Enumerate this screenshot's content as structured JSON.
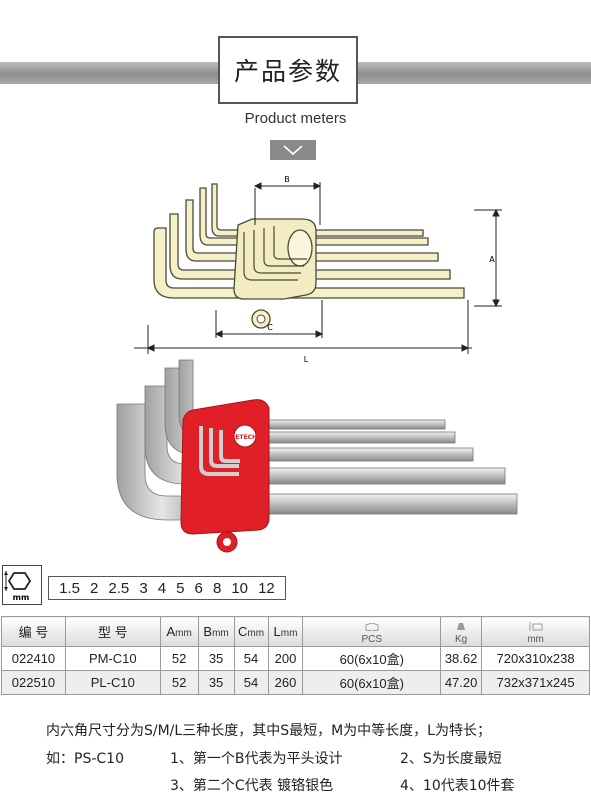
{
  "header": {
    "title": "产品参数",
    "subtitle": "Product meters",
    "toggle_icon": "chevron-down-icon"
  },
  "diagram": {
    "dim_b": "B",
    "dim_a": "A",
    "dim_c": "C",
    "dim_l": "L"
  },
  "photo": {
    "brand_mark": "JETECH"
  },
  "sizes": {
    "icon_unit": "mm",
    "values": [
      "1.5",
      "2",
      "2.5",
      "3",
      "4",
      "5",
      "6",
      "8",
      "10",
      "12"
    ]
  },
  "table": {
    "headers": {
      "code": "编  号",
      "model": "型  号",
      "a": "A",
      "a_unit": "mm",
      "b": "B",
      "b_unit": "mm",
      "c": "C",
      "c_unit": "mm",
      "l": "L",
      "l_unit": "mm",
      "pcs": "PCS",
      "kg": "Kg",
      "dim_unit": "mm"
    },
    "rows": [
      {
        "code": "022410",
        "model": "PM-C10",
        "a": "52",
        "b": "35",
        "c": "54",
        "l": "200",
        "pcs": "60(6x10盒)",
        "kg": "38.62",
        "dims": "720x310x238"
      },
      {
        "code": "022510",
        "model": "PL-C10",
        "a": "52",
        "b": "35",
        "c": "54",
        "l": "260",
        "pcs": "60(6x10盒)",
        "kg": "47.20",
        "dims": "732x371x245"
      }
    ]
  },
  "notes": {
    "line1": "内六角尺寸分为S/M/L三种长度，其中S最短，M为中等长度，L为特长；",
    "line2_prefix": "如：PS-C10",
    "line2_item1": "1、第一个B代表为平头设计",
    "line2_item2": "2、S为长度最短",
    "line3_item3": "3、第二个C代表 镀铬银色",
    "line3_item4": "4、10代表10件套"
  }
}
